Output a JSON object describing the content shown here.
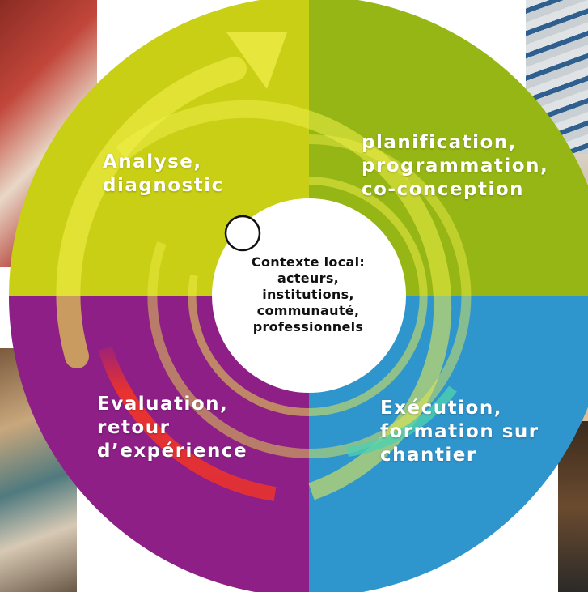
{
  "quadrants": [
    {
      "id": "analyse",
      "lines": [
        "Analyse,",
        "diagnostic"
      ],
      "color": "#c8cf14"
    },
    {
      "id": "planification",
      "lines": [
        "planification,",
        "programmation,",
        "co-conception"
      ],
      "color": "#95b614"
    },
    {
      "id": "evaluation",
      "lines": [
        "Evaluation,",
        "retour",
        "d’expérience"
      ],
      "color": "#8d1f86"
    },
    {
      "id": "execution",
      "lines": [
        "Exécution,",
        "formation sur",
        "chantier"
      ],
      "color": "#2f95cd"
    }
  ],
  "center": {
    "lines": [
      "Contexte local:",
      "acteurs,",
      "institutions,",
      "communauté,",
      "professionnels"
    ],
    "color": "#ffffff"
  },
  "colors": {
    "ring_yellow": "#f1ee49",
    "ring_red": "#e8322f",
    "ring_teal": "#4fd0b0",
    "photo_tones": [
      "#b8473a",
      "#c9c2b4",
      "#7a5a3c",
      "#5f7f86",
      "#c48a58",
      "#8f8d7f"
    ]
  }
}
